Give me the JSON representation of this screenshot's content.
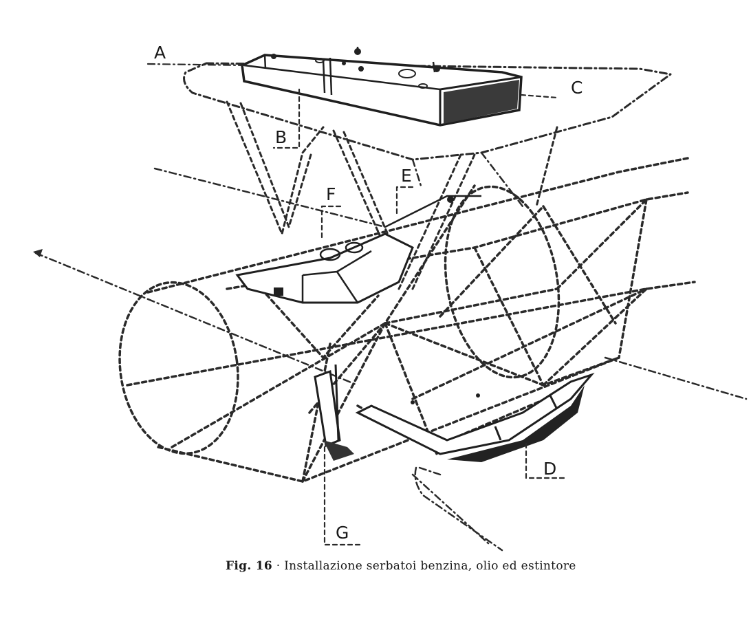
{
  "labels": {
    "a": "A",
    "b": "B",
    "c": "C",
    "d": "D",
    "e": "E",
    "f": "F",
    "g": "G"
  },
  "caption": {
    "figure": "Fig. 16",
    "separator": "·",
    "text": "Installazione serbatoi benzina, olio ed estintore"
  }
}
